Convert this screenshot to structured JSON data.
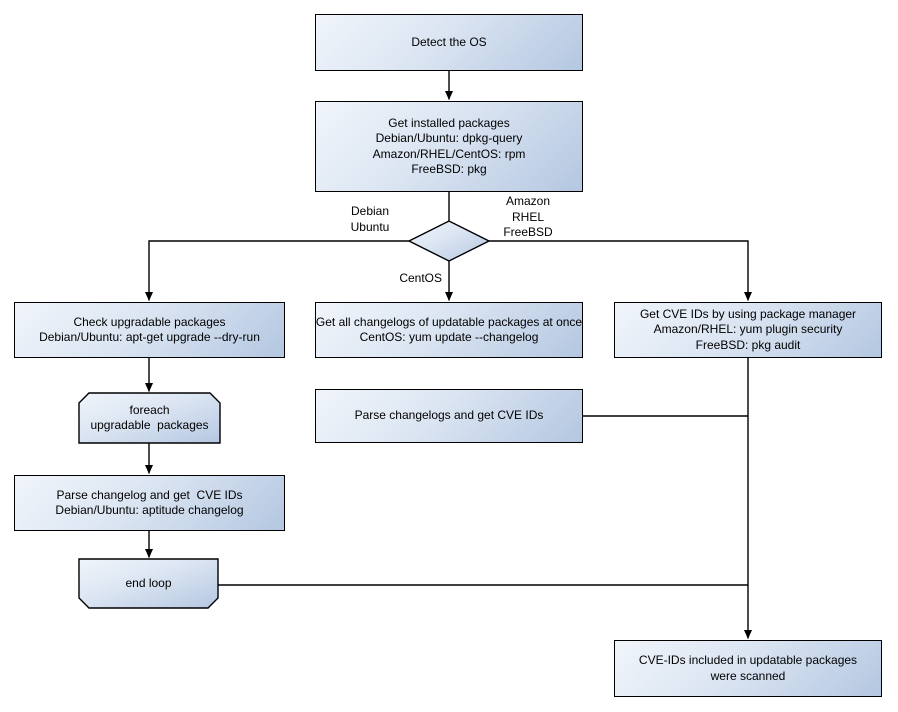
{
  "diagram": {
    "background_color": "#ffffff",
    "node_gradient_start": "#f1f5fb",
    "node_gradient_end": "#b4c7e1",
    "border_color": "#000000",
    "line_color": "#000000"
  },
  "nodes": {
    "detect_os": {
      "shape": "rect",
      "lines": [
        "Detect the OS"
      ]
    },
    "get_installed": {
      "shape": "rect",
      "lines": [
        "Get installed packages",
        "Debian/Ubuntu: dpkg-query",
        "Amazon/RHEL/CentOS: rpm",
        "FreeBSD: pkg"
      ]
    },
    "os_decision": {
      "shape": "diamond",
      "lines": []
    },
    "check_upgradable": {
      "shape": "rect",
      "lines": [
        "Check upgradable packages",
        "Debian/Ubuntu: apt-get upgrade --dry-run"
      ]
    },
    "foreach_loop": {
      "shape": "loop-start",
      "lines": [
        "foreach",
        "upgradable  packages"
      ]
    },
    "parse_changelog_deb": {
      "shape": "rect",
      "lines": [
        "Parse changelog and get  CVE IDs",
        "Debian/Ubuntu: aptitude changelog"
      ]
    },
    "end_loop": {
      "shape": "loop-end",
      "lines": [
        "end loop"
      ]
    },
    "get_all_changelogs": {
      "shape": "rect",
      "lines": [
        "Get all changelogs of updatable packages at once",
        "CentOS: yum update --changelog"
      ]
    },
    "parse_changelogs_centos": {
      "shape": "rect",
      "lines": [
        "Parse changelogs and get CVE IDs"
      ]
    },
    "get_cve_pkg_manager": {
      "shape": "rect",
      "lines": [
        "Get CVE IDs by using package manager",
        "Amazon/RHEL: yum plugin security",
        "FreeBSD: pkg audit"
      ]
    },
    "result": {
      "shape": "rect",
      "lines": [
        "CVE-IDs included in updatable packages",
        "were scanned"
      ]
    }
  },
  "edge_labels": {
    "debian_ubuntu": {
      "lines": [
        "Debian",
        "Ubuntu"
      ]
    },
    "amazon_rhel_freebsd": {
      "lines": [
        "Amazon",
        "RHEL",
        "FreeBSD"
      ]
    },
    "centos": {
      "lines": [
        "CentOS"
      ]
    }
  }
}
